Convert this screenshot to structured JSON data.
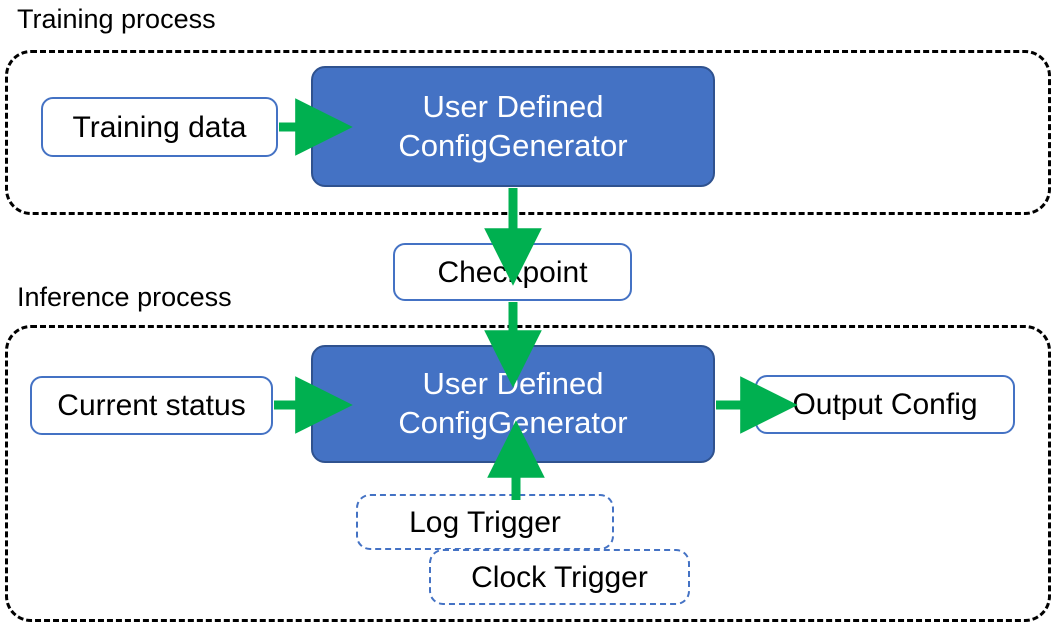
{
  "diagram": {
    "title_visible": false,
    "colors": {
      "process_fill": "#4472C4",
      "process_border": "#2F528F",
      "node_border": "#4472C4",
      "trigger_border": "#4472C4",
      "arrow": "#00B050",
      "container_border": "#000000",
      "text_dark": "#000000",
      "text_light": "#FFFFFF",
      "background": "#FFFFFF"
    },
    "sections": [
      {
        "id": "training",
        "label": "Training process"
      },
      {
        "id": "inference",
        "label": "Inference process"
      }
    ],
    "nodes": {
      "training_data": {
        "label": "Training data",
        "style": "solid-outline"
      },
      "training_generator": {
        "line1": "User Defined",
        "line2": "ConfigGenerator",
        "style": "filled"
      },
      "checkpoint": {
        "label": "Checkpoint",
        "style": "solid-outline"
      },
      "current_status": {
        "label": "Current status",
        "style": "solid-outline"
      },
      "inference_generator": {
        "line1": "User Defined",
        "line2": "ConfigGenerator",
        "style": "filled"
      },
      "output_config": {
        "label": "Output Config",
        "style": "solid-outline"
      },
      "log_trigger": {
        "label": "Log Trigger",
        "style": "dashed-outline"
      },
      "clock_trigger": {
        "label": "Clock Trigger",
        "style": "dashed-outline"
      }
    },
    "edges": [
      {
        "from": "training_data",
        "to": "training_generator",
        "direction": "right"
      },
      {
        "from": "training_generator",
        "to": "checkpoint",
        "direction": "down"
      },
      {
        "from": "checkpoint",
        "to": "inference_generator",
        "direction": "down"
      },
      {
        "from": "current_status",
        "to": "inference_generator",
        "direction": "right"
      },
      {
        "from": "inference_generator",
        "to": "output_config",
        "direction": "right"
      },
      {
        "from": "log_trigger",
        "to": "inference_generator",
        "direction": "up"
      }
    ]
  }
}
